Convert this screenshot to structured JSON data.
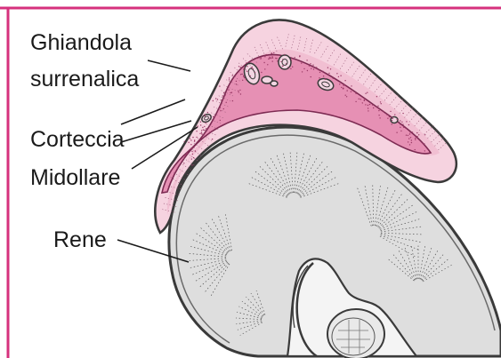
{
  "labels": {
    "adrenal_line1": "Ghiandola",
    "adrenal_line2": "surrenalica",
    "cortex": "Corteccia",
    "medulla": "Midollare",
    "kidney": "Rene"
  },
  "colors": {
    "frame": "#d6317d",
    "cortex_fill": "#f6d3e0",
    "cortex_inner": "#f1bfd2",
    "medulla_fill": "#e690b4",
    "medulla_stroke": "#7c2a52",
    "kidney_fill": "#e0e0e0",
    "kidney_stroke": "#444444"
  }
}
